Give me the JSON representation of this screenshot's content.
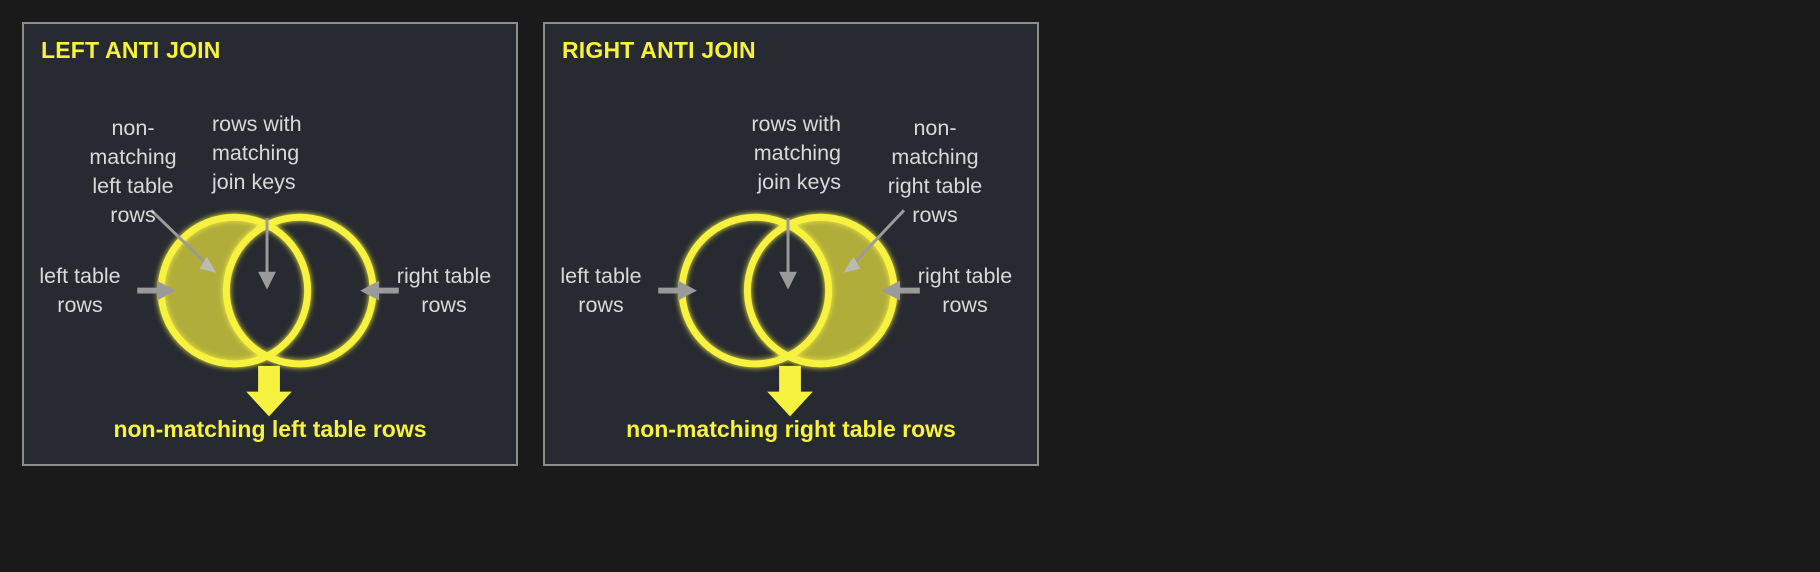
{
  "background_color": "#1a1a1a",
  "panel_color": "#272a30",
  "panel_border_color": "#8d8d8d",
  "accent_yellow": "#f7f23f",
  "fill_olive": "#b0ad3a",
  "label_gray": "#d9d9d9",
  "arrow_gray": "#9a9a9a",
  "panels": [
    {
      "id": "left-anti-join",
      "title": "LEFT ANTI JOIN",
      "labels": {
        "non_matching": "non-\nmatching\nleft table\nrows",
        "matching": "rows with\nmatching\njoin keys",
        "left_source": "left table\nrows",
        "right_source": "right table\nrows"
      },
      "caption": "non-matching left table rows",
      "highlighted_region": "left-only",
      "result_arrow": "down-arrow-icon"
    },
    {
      "id": "right-anti-join",
      "title": "RIGHT ANTI JOIN",
      "labels": {
        "matching": "rows with\nmatching\njoin keys",
        "non_matching": "non-\nmatching\nright table\nrows",
        "left_source": "left table\nrows",
        "right_source": "right table\nrows"
      },
      "caption": "non-matching right table rows",
      "highlighted_region": "right-only",
      "result_arrow": "down-arrow-icon"
    }
  ]
}
